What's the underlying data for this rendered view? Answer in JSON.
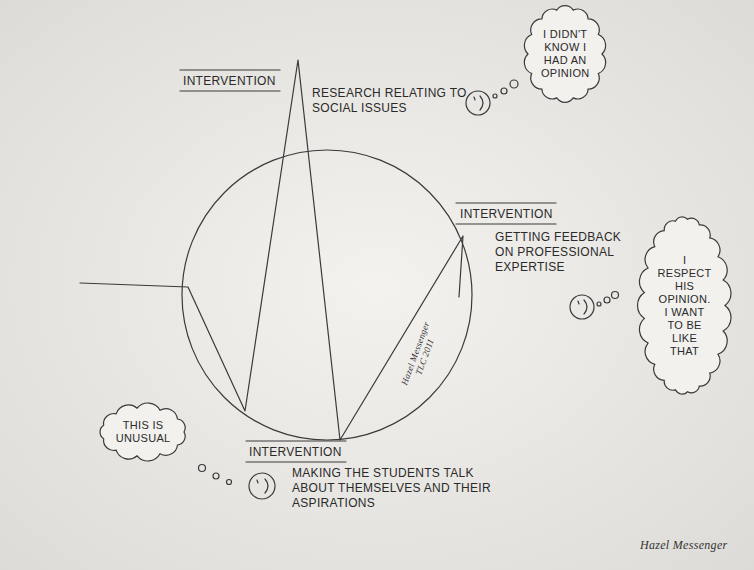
{
  "diagram": {
    "nodes": [
      {
        "text": [
          "I DIDN'T KNOW I HAD AN OPINION"
        ]
      },
      {
        "text": [
          "I RESPECT HIS OPINION. I WANT TO BE LIKE THAT"
        ]
      },
      {
        "text": [
          "THIS IS UNUSUAL"
        ]
      }
    ],
    "labels": [
      "INTERVENTION",
      "RESEARCH RELATING TO SOCIAL ISSUES",
      "INTERVENTION",
      "GETTING FEEDBACK ON PROFESSIONAL EXPERTISE",
      "INTERVENTION",
      "MAKING THE STUDENTS TALK ABOUT THEMSELVES AND THEIR ASPIRATIONS",
      "Hazel Messenger TLC 2011",
      "Hazel Messenger"
    ]
  }
}
